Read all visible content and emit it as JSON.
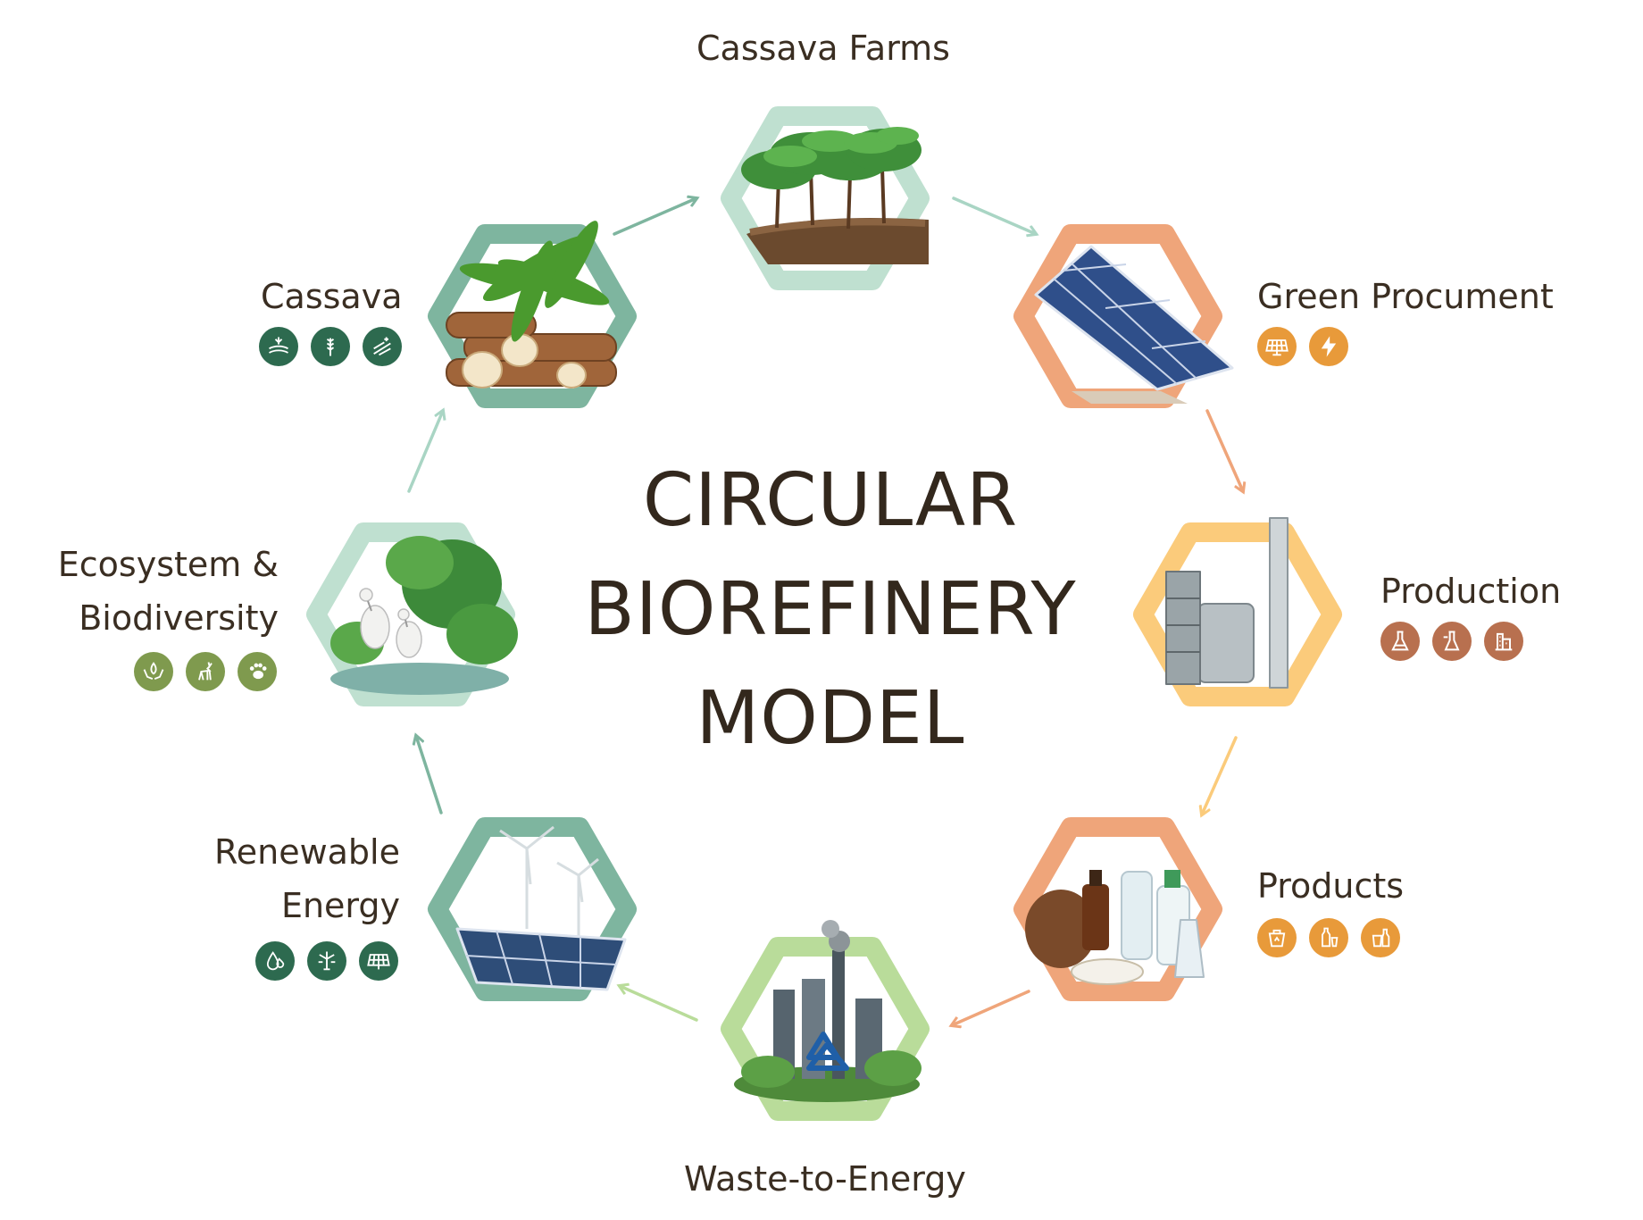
{
  "title": {
    "line1": "CIRCULAR",
    "line2": "BIOREFINERY",
    "line3": "MODEL"
  },
  "nodes": [
    {
      "id": "cassava-farms",
      "label": "Cassava Farms",
      "ring": "#bfe0d0",
      "icons": []
    },
    {
      "id": "green-procurement",
      "label": "Green Procument",
      "ring": "#efa57a",
      "icon_color": "#e89a3a",
      "icons": [
        "solar-panel-icon",
        "lightning-bolt-icon"
      ]
    },
    {
      "id": "production",
      "label": "Production",
      "ring": "#fbcb7b",
      "icon_color": "#b8704f",
      "icons": [
        "flask-icon",
        "lab-flask-icon",
        "factory-building-icon"
      ]
    },
    {
      "id": "products",
      "label": "Products",
      "ring": "#efa57a",
      "icon_color": "#e89a3a",
      "icons": [
        "recycle-bag-icon",
        "bottle-cup-icon",
        "drink-container-icon"
      ]
    },
    {
      "id": "waste-to-energy",
      "label": "Waste-to-Energy",
      "ring": "#b9dc9a",
      "icons": []
    },
    {
      "id": "renewable-energy",
      "label_line1": "Renewable",
      "label_line2": "Energy",
      "ring": "#7eb59f",
      "icon_color": "#2d6a4f",
      "icons": [
        "water-drop-icon",
        "wind-turbine-icon",
        "solar-panel-icon"
      ]
    },
    {
      "id": "ecosystem-biodiversity",
      "label_line1": "Ecosystem &",
      "label_line2": "Biodiversity",
      "ring": "#bfe0d0",
      "icon_color": "#7f9a4e",
      "icons": [
        "caring-hands-leaf-icon",
        "deer-icon",
        "paw-print-icon"
      ]
    },
    {
      "id": "cassava",
      "label": "Cassava",
      "ring": "#7eb59f",
      "icon_color": "#2d6a4f",
      "icons": [
        "field-icon",
        "wheat-icon",
        "farm-land-icon"
      ]
    }
  ],
  "arrow_colors": [
    "#7eb59f",
    "#a9d5c4",
    "#efa57a",
    "#fbcb7b",
    "#efa57a",
    "#b9dc9a",
    "#7eb59f",
    "#a9d5c4"
  ]
}
